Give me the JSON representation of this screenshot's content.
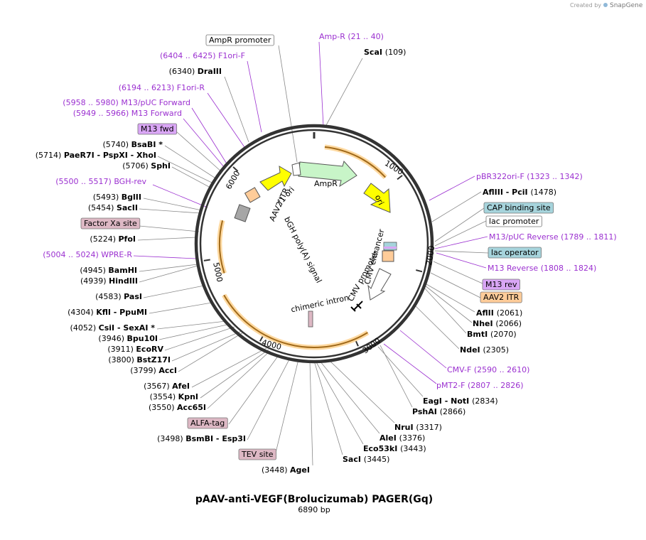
{
  "title": "pAAV-anti-VEGF(Brolucizumab) PAGER(Gq)",
  "subtitle": "6890 bp",
  "credit": "Created by",
  "credit_brand": "SnapGene",
  "total_bp": 6890,
  "colors": {
    "primer": "#9b30d0",
    "feature_yellow": "#ffff00",
    "feature_green": "#c8f5c8",
    "feature_orange": "#ffcc99",
    "feature_grey": "#a6a6a6",
    "orf_orange": "#ffb347",
    "box_blue": "#a6d4dc",
    "box_pink": "#ddb8c4",
    "box_purple": "#d9a6f5",
    "box_orange": "#ffcc99"
  },
  "ring_ticks": [
    "1000",
    "2000",
    "3000",
    "4000",
    "5000",
    "6000"
  ],
  "features": [
    {
      "label": "AmpR",
      "start": 21,
      "end": 881
    },
    {
      "label": "ori",
      "start": 1052,
      "end": 1640
    },
    {
      "label": "CMV enhancer",
      "start": 1950,
      "end": 2330
    },
    {
      "label": "CMV promoter",
      "start": 2335,
      "end": 2540
    },
    {
      "label": "chimeric intron",
      "start": 2640,
      "end": 2773
    },
    {
      "label": "bGH poly(A) signal",
      "start": 5230,
      "end": 5455
    },
    {
      "label": "AAV2 ITR",
      "start": 5540,
      "end": 5680
    },
    {
      "label": "f1 ori",
      "start": 5810,
      "end": 6265
    }
  ],
  "site_labels": [
    {
      "text": "AmpR promoter",
      "type": "box_plain"
    },
    {
      "text": "Amp-R",
      "range": "(21 .. 40)",
      "type": "primer"
    },
    {
      "text": "ScaI",
      "pos": "(109)",
      "type": "site"
    },
    {
      "text": "F1ori-F",
      "range": "(6404 .. 6425)",
      "type": "primer"
    },
    {
      "text": "DraIII",
      "pos": "(6340)",
      "type": "site"
    },
    {
      "text": "F1ori-R",
      "range": "(6194 .. 6213)",
      "type": "primer"
    },
    {
      "text": "M13/pUC Forward",
      "range": "(5958 .. 5980)",
      "type": "primer"
    },
    {
      "text": "M13 Forward",
      "range": "(5949 .. 5966)",
      "type": "primer"
    },
    {
      "text": "M13 fwd",
      "type": "box_purple"
    },
    {
      "text": "BsaBI *",
      "pos": "(5740)",
      "type": "site"
    },
    {
      "text": "PaeR7I - PspXI - XhoI",
      "pos": "(5714)",
      "type": "site"
    },
    {
      "text": "SphI",
      "pos": "(5706)",
      "type": "site"
    },
    {
      "text": "BGH-rev",
      "range": "(5500 .. 5517)",
      "type": "primer"
    },
    {
      "text": "BglII",
      "pos": "(5493)",
      "type": "site"
    },
    {
      "text": "SacII",
      "pos": "(5454)",
      "type": "site"
    },
    {
      "text": "Factor Xa site",
      "type": "box_pink"
    },
    {
      "text": "PfoI",
      "pos": "(5224)",
      "type": "site"
    },
    {
      "text": "WPRE-R",
      "range": "(5004 .. 5024)",
      "type": "primer"
    },
    {
      "text": "BamHI",
      "pos": "(4945)",
      "type": "site"
    },
    {
      "text": "HindIII",
      "pos": "(4939)",
      "type": "site"
    },
    {
      "text": "PasI",
      "pos": "(4583)",
      "type": "site"
    },
    {
      "text": "KflI - PpuMI",
      "pos": "(4304)",
      "type": "site"
    },
    {
      "text": "CsiI - SexAI *",
      "pos": "(4052)",
      "type": "site"
    },
    {
      "text": "Bpu10I",
      "pos": "(3946)",
      "type": "site"
    },
    {
      "text": "EcoRV",
      "pos": "(3911)",
      "type": "site"
    },
    {
      "text": "BstZ17I",
      "pos": "(3800)",
      "type": "site"
    },
    {
      "text": "AccI",
      "pos": "(3799)",
      "type": "site"
    },
    {
      "text": "AfeI",
      "pos": "(3567)",
      "type": "site"
    },
    {
      "text": "KpnI",
      "pos": "(3554)",
      "type": "site"
    },
    {
      "text": "Acc65I",
      "pos": "(3550)",
      "type": "site"
    },
    {
      "text": "ALFA-tag",
      "type": "box_pink"
    },
    {
      "text": "BsmBI - Esp3I",
      "pos": "(3498)",
      "type": "site"
    },
    {
      "text": "TEV site",
      "type": "box_pink"
    },
    {
      "text": "AgeI",
      "pos": "(3448)",
      "type": "site"
    },
    {
      "text": "SacI",
      "pos": "(3445)",
      "type": "site"
    },
    {
      "text": "Eco53kI",
      "pos": "(3443)",
      "type": "site"
    },
    {
      "text": "AleI",
      "pos": "(3376)",
      "type": "site"
    },
    {
      "text": "NruI",
      "pos": "(3317)",
      "type": "site"
    },
    {
      "text": "PshAI",
      "pos": "(2866)",
      "type": "site"
    },
    {
      "text": "EagI - NotI",
      "pos": "(2834)",
      "type": "site"
    },
    {
      "text": "pMT2-F",
      "range": "(2807 .. 2826)",
      "type": "primer"
    },
    {
      "text": "CMV-F",
      "range": "(2590 .. 2610)",
      "type": "primer"
    },
    {
      "text": "NdeI",
      "pos": "(2305)",
      "type": "site"
    },
    {
      "text": "BmtI",
      "pos": "(2070)",
      "type": "site"
    },
    {
      "text": "NheI",
      "pos": "(2066)",
      "type": "site"
    },
    {
      "text": "AflII",
      "pos": "(2061)",
      "type": "site"
    },
    {
      "text": "AAV2 ITR",
      "type": "box_orange"
    },
    {
      "text": "M13 rev",
      "type": "box_purple"
    },
    {
      "text": "M13 Reverse",
      "range": "(1808 .. 1824)",
      "type": "primer"
    },
    {
      "text": "lac operator",
      "type": "box_blue"
    },
    {
      "text": "M13/pUC Reverse",
      "range": "(1789 .. 1811)",
      "type": "primer"
    },
    {
      "text": "lac promoter",
      "type": "box_plain"
    },
    {
      "text": "CAP binding site",
      "type": "box_blue"
    },
    {
      "text": "AflIII - PciI",
      "pos": "(1478)",
      "type": "site"
    },
    {
      "text": "pBR322ori-F",
      "range": "(1323 .. 1342)",
      "type": "primer"
    }
  ]
}
